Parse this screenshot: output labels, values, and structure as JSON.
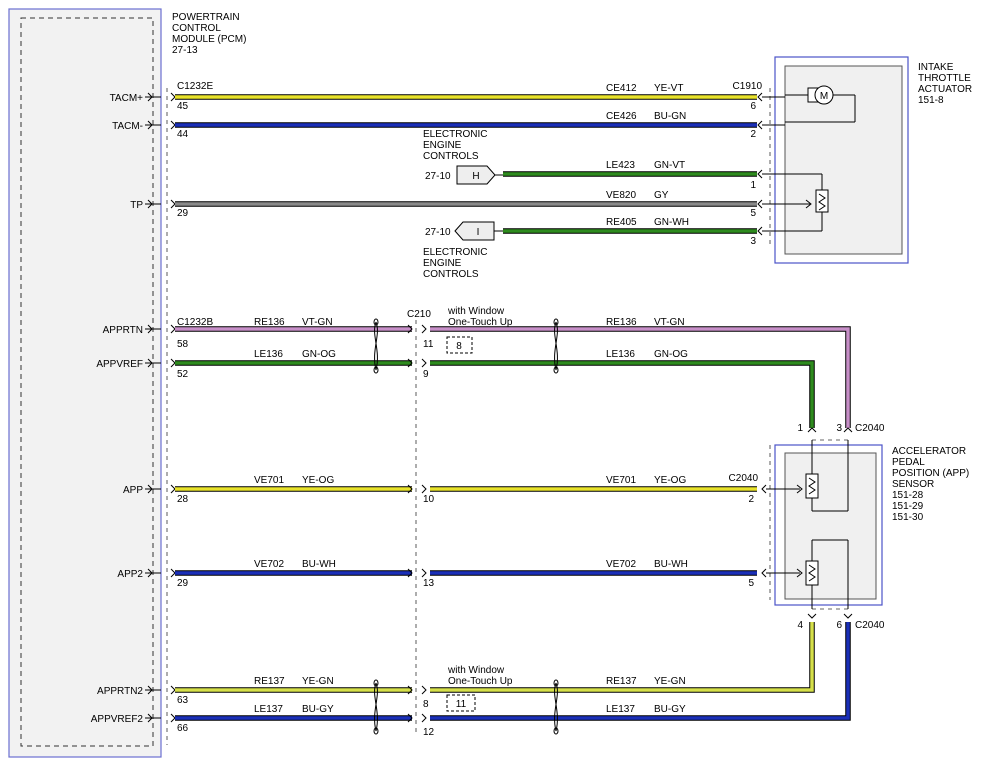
{
  "pcm": {
    "title_lines": [
      "POWERTRAIN",
      "CONTROL",
      "MODULE (PCM)",
      "27-13"
    ],
    "pins": [
      "TACM+",
      "TACM-",
      "TP",
      "APPRTN",
      "APPVREF",
      "APP",
      "APP2",
      "APPRTN2",
      "APPVREF2"
    ]
  },
  "connectors": {
    "c1232e": "C1232E",
    "c1232b": "C1232B",
    "c210": "C210",
    "c1910": "C1910",
    "c2040_top": "C2040",
    "c2040_mid": "C2040",
    "c2040_bottom": "C2040"
  },
  "intake_actuator": {
    "lines": [
      "INTAKE",
      "THROTTLE",
      "ACTUATOR",
      "151-8"
    ],
    "motor_label": "M"
  },
  "app_sensor": {
    "lines": [
      "ACCELERATOR",
      "PEDAL",
      "POSITION (APP)",
      "SENSOR",
      "151-28",
      "151-29",
      "151-30"
    ]
  },
  "eec_top": {
    "lines": [
      "ELECTRONIC",
      "ENGINE",
      "CONTROLS"
    ],
    "ref": "27-10",
    "tag": "H"
  },
  "eec_bottom": {
    "lines": [
      "ELECTRONIC",
      "ENGINE",
      "CONTROLS"
    ],
    "ref": "27-10",
    "tag": "I"
  },
  "window_notes": {
    "top": [
      "with Window",
      "One-Touch Up"
    ],
    "top_ref": "8",
    "bottom": [
      "with Window",
      "One-Touch Up"
    ],
    "bottom_ref": "11"
  },
  "wires": {
    "tacm_plus": {
      "circuit": "CE412",
      "color": "YE-VT",
      "pcm_pin": "45",
      "end_pin": "6"
    },
    "tacm_minus": {
      "circuit": "CE426",
      "color": "BU-GN",
      "pcm_pin": "44",
      "end_pin": "2"
    },
    "le423": {
      "circuit": "LE423",
      "color": "GN-VT",
      "end_pin": "1"
    },
    "tp": {
      "circuit": "VE820",
      "color": "GY",
      "pcm_pin": "29",
      "end_pin": "5"
    },
    "re405": {
      "circuit": "RE405",
      "color": "GN-WH",
      "end_pin": "3"
    },
    "apprtn": {
      "circuit": "RE136",
      "color": "VT-GN",
      "pcm_pin": "58",
      "c210_pin": "11",
      "end_pin": "3"
    },
    "appvref": {
      "circuit": "LE136",
      "color": "GN-OG",
      "pcm_pin": "52",
      "c210_pin": "9",
      "end_pin": "1"
    },
    "app": {
      "circuit": "VE701",
      "color": "YE-OG",
      "pcm_pin": "28",
      "c210_pin": "10",
      "end_pin": "2"
    },
    "app2": {
      "circuit": "VE702",
      "color": "BU-WH",
      "pcm_pin": "29",
      "c210_pin": "13",
      "end_pin": "5"
    },
    "apprtn2": {
      "circuit": "RE137",
      "color": "YE-GN",
      "pcm_pin": "63",
      "c210_pin": "8",
      "end_pin": "4"
    },
    "appvref2": {
      "circuit": "LE137",
      "color": "BU-GY",
      "pcm_pin": "66",
      "c210_pin": "12",
      "end_pin": "6"
    }
  },
  "wire_colors": {
    "yellow": "#e8e22a",
    "blue": "#1a2fb8",
    "green": "#2e8b1e",
    "gray": "#8a8a8a",
    "violet": "#c78fc8",
    "frame_blue": "#4b53c9"
  }
}
